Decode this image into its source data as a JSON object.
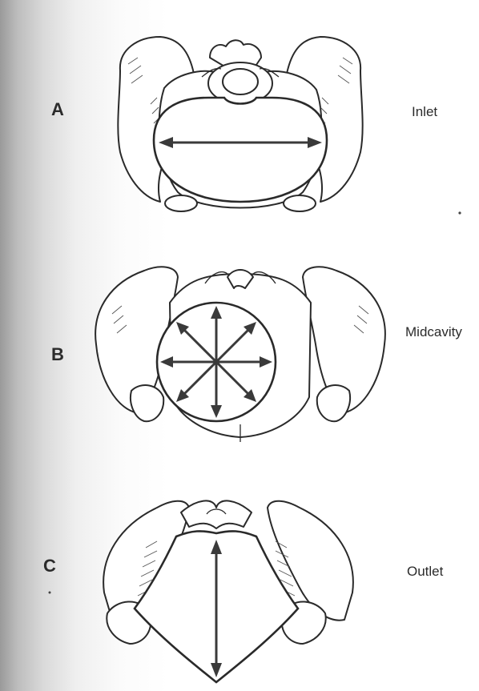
{
  "panels": [
    {
      "letter": "A",
      "caption": "Inlet"
    },
    {
      "letter": "B",
      "caption": "Midcavity"
    },
    {
      "letter": "C",
      "caption": "Outlet"
    }
  ]
}
